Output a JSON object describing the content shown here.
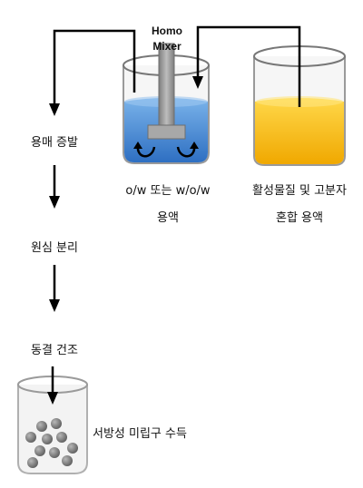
{
  "mixer": {
    "line1": "Homo",
    "line2": "Mixer"
  },
  "labels": {
    "solvent_evaporation": "용매 증발",
    "centrifugation": "원심 분리",
    "freeze_drying": "동결 건조",
    "beaker_left_line1": "o/w 또는 w/o/w",
    "beaker_left_line2": "용액",
    "beaker_right_line1": "활성물질 및 고분자",
    "beaker_right_line2": "혼합 용액",
    "product": "서방성 미립구 수득"
  },
  "colors": {
    "blue_liquid": "#4a8fd6",
    "yellow_liquid": "#f2b800",
    "shaft": "#9a9a9a",
    "arrow": "#000000",
    "particles": "#777777"
  }
}
